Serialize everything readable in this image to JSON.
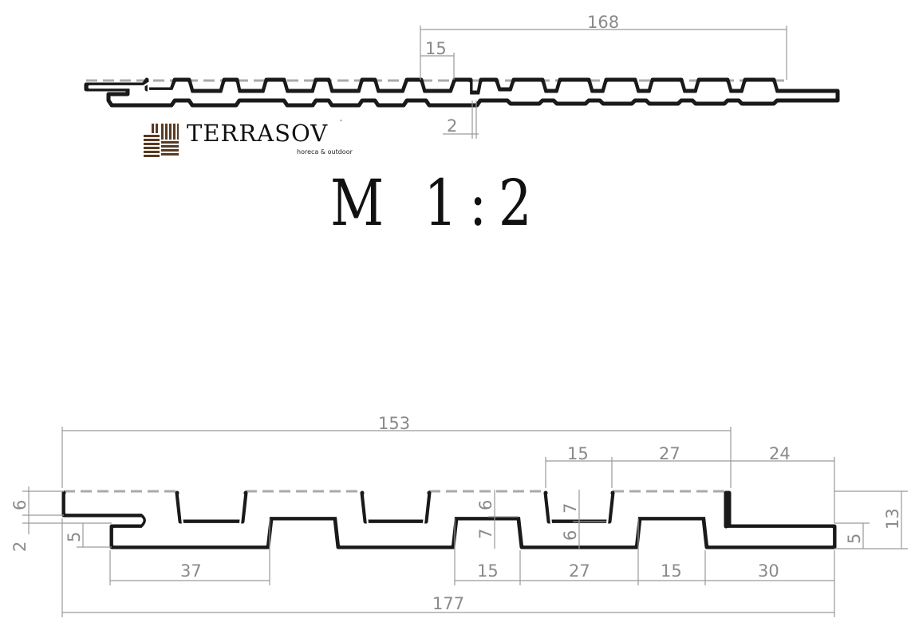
{
  "brand": {
    "name": "TERRASOV",
    "tagline": "horeca & outdoor",
    "tm": "™",
    "color": "#5a3a22"
  },
  "scale_label": "M 1:2",
  "top_drawing": {
    "dimensions": {
      "overall": "168",
      "tongue": "15",
      "gap": "2"
    }
  },
  "bottom_drawing": {
    "dimensions": {
      "top_width": "153",
      "top_groove": "15",
      "top_gap": "27",
      "top_right": "24",
      "left_height_6": "6",
      "left_height_2": "2",
      "left_tongue_5": "5",
      "mid_6": "6",
      "mid_7": "7",
      "right_7": "7",
      "right_6": "6",
      "right_5": "5",
      "total_height": "13",
      "bottom_37": "37",
      "bottom_15a": "15",
      "bottom_27": "27",
      "bottom_15b": "15",
      "bottom_30": "30",
      "bottom_width": "177"
    }
  }
}
